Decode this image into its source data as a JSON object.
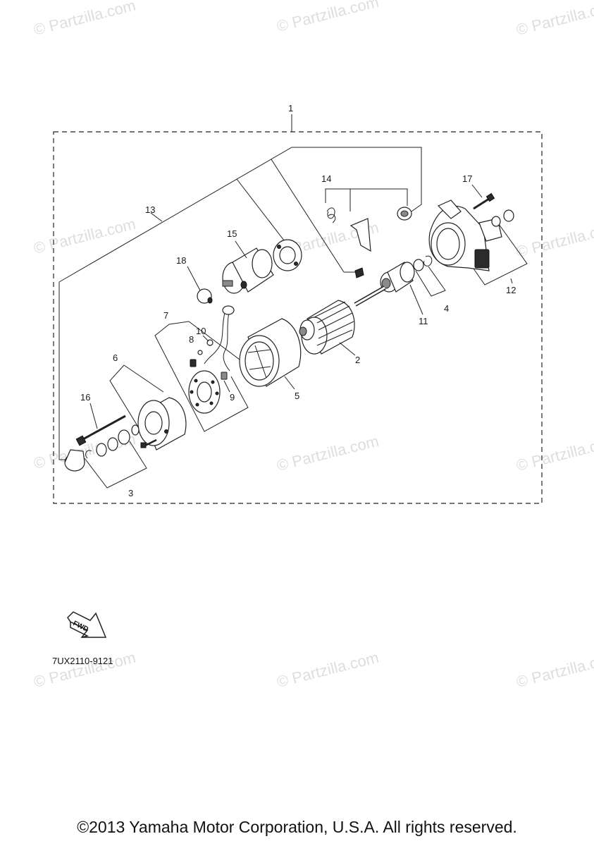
{
  "watermark": "© Partzilla.com",
  "main_label": "1",
  "callouts": [
    "2",
    "3",
    "4",
    "5",
    "6",
    "7",
    "8",
    "9",
    "10",
    "11",
    "12",
    "13",
    "14",
    "15",
    "16",
    "17",
    "18"
  ],
  "fwd_label": "FWD",
  "diagram_code": "7UX2110-9121",
  "copyright": "©2013 Yamaha Motor Corporation, U.S.A. All rights reserved."
}
